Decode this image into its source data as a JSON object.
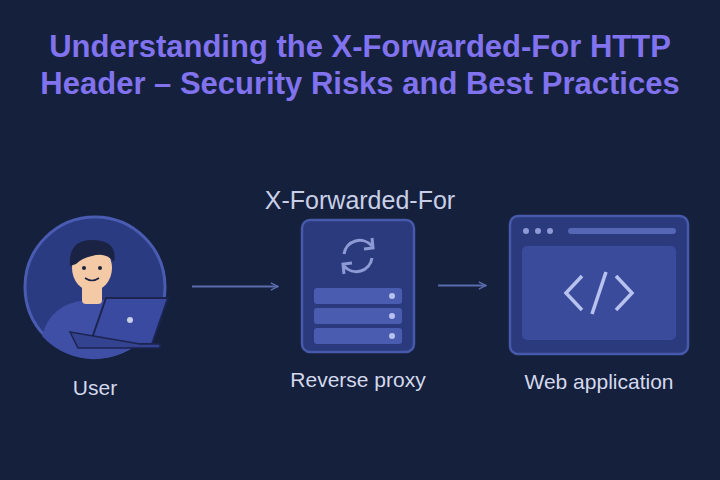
{
  "diagram": {
    "title": "Understanding the X-Forwarded-For HTTP Header – Security Risks and Best Practices",
    "nodes": [
      {
        "text": [
          "User"
        ]
      },
      {
        "text": [
          "Reverse proxy"
        ]
      },
      {
        "text": [
          "Web application"
        ]
      }
    ],
    "edges": [
      {
        "from": 0,
        "to": 1,
        "arrow": "to"
      },
      {
        "from": 1,
        "to": 2,
        "arrow": "to"
      }
    ],
    "labels": [
      "X-Forwarded-For"
    ]
  }
}
